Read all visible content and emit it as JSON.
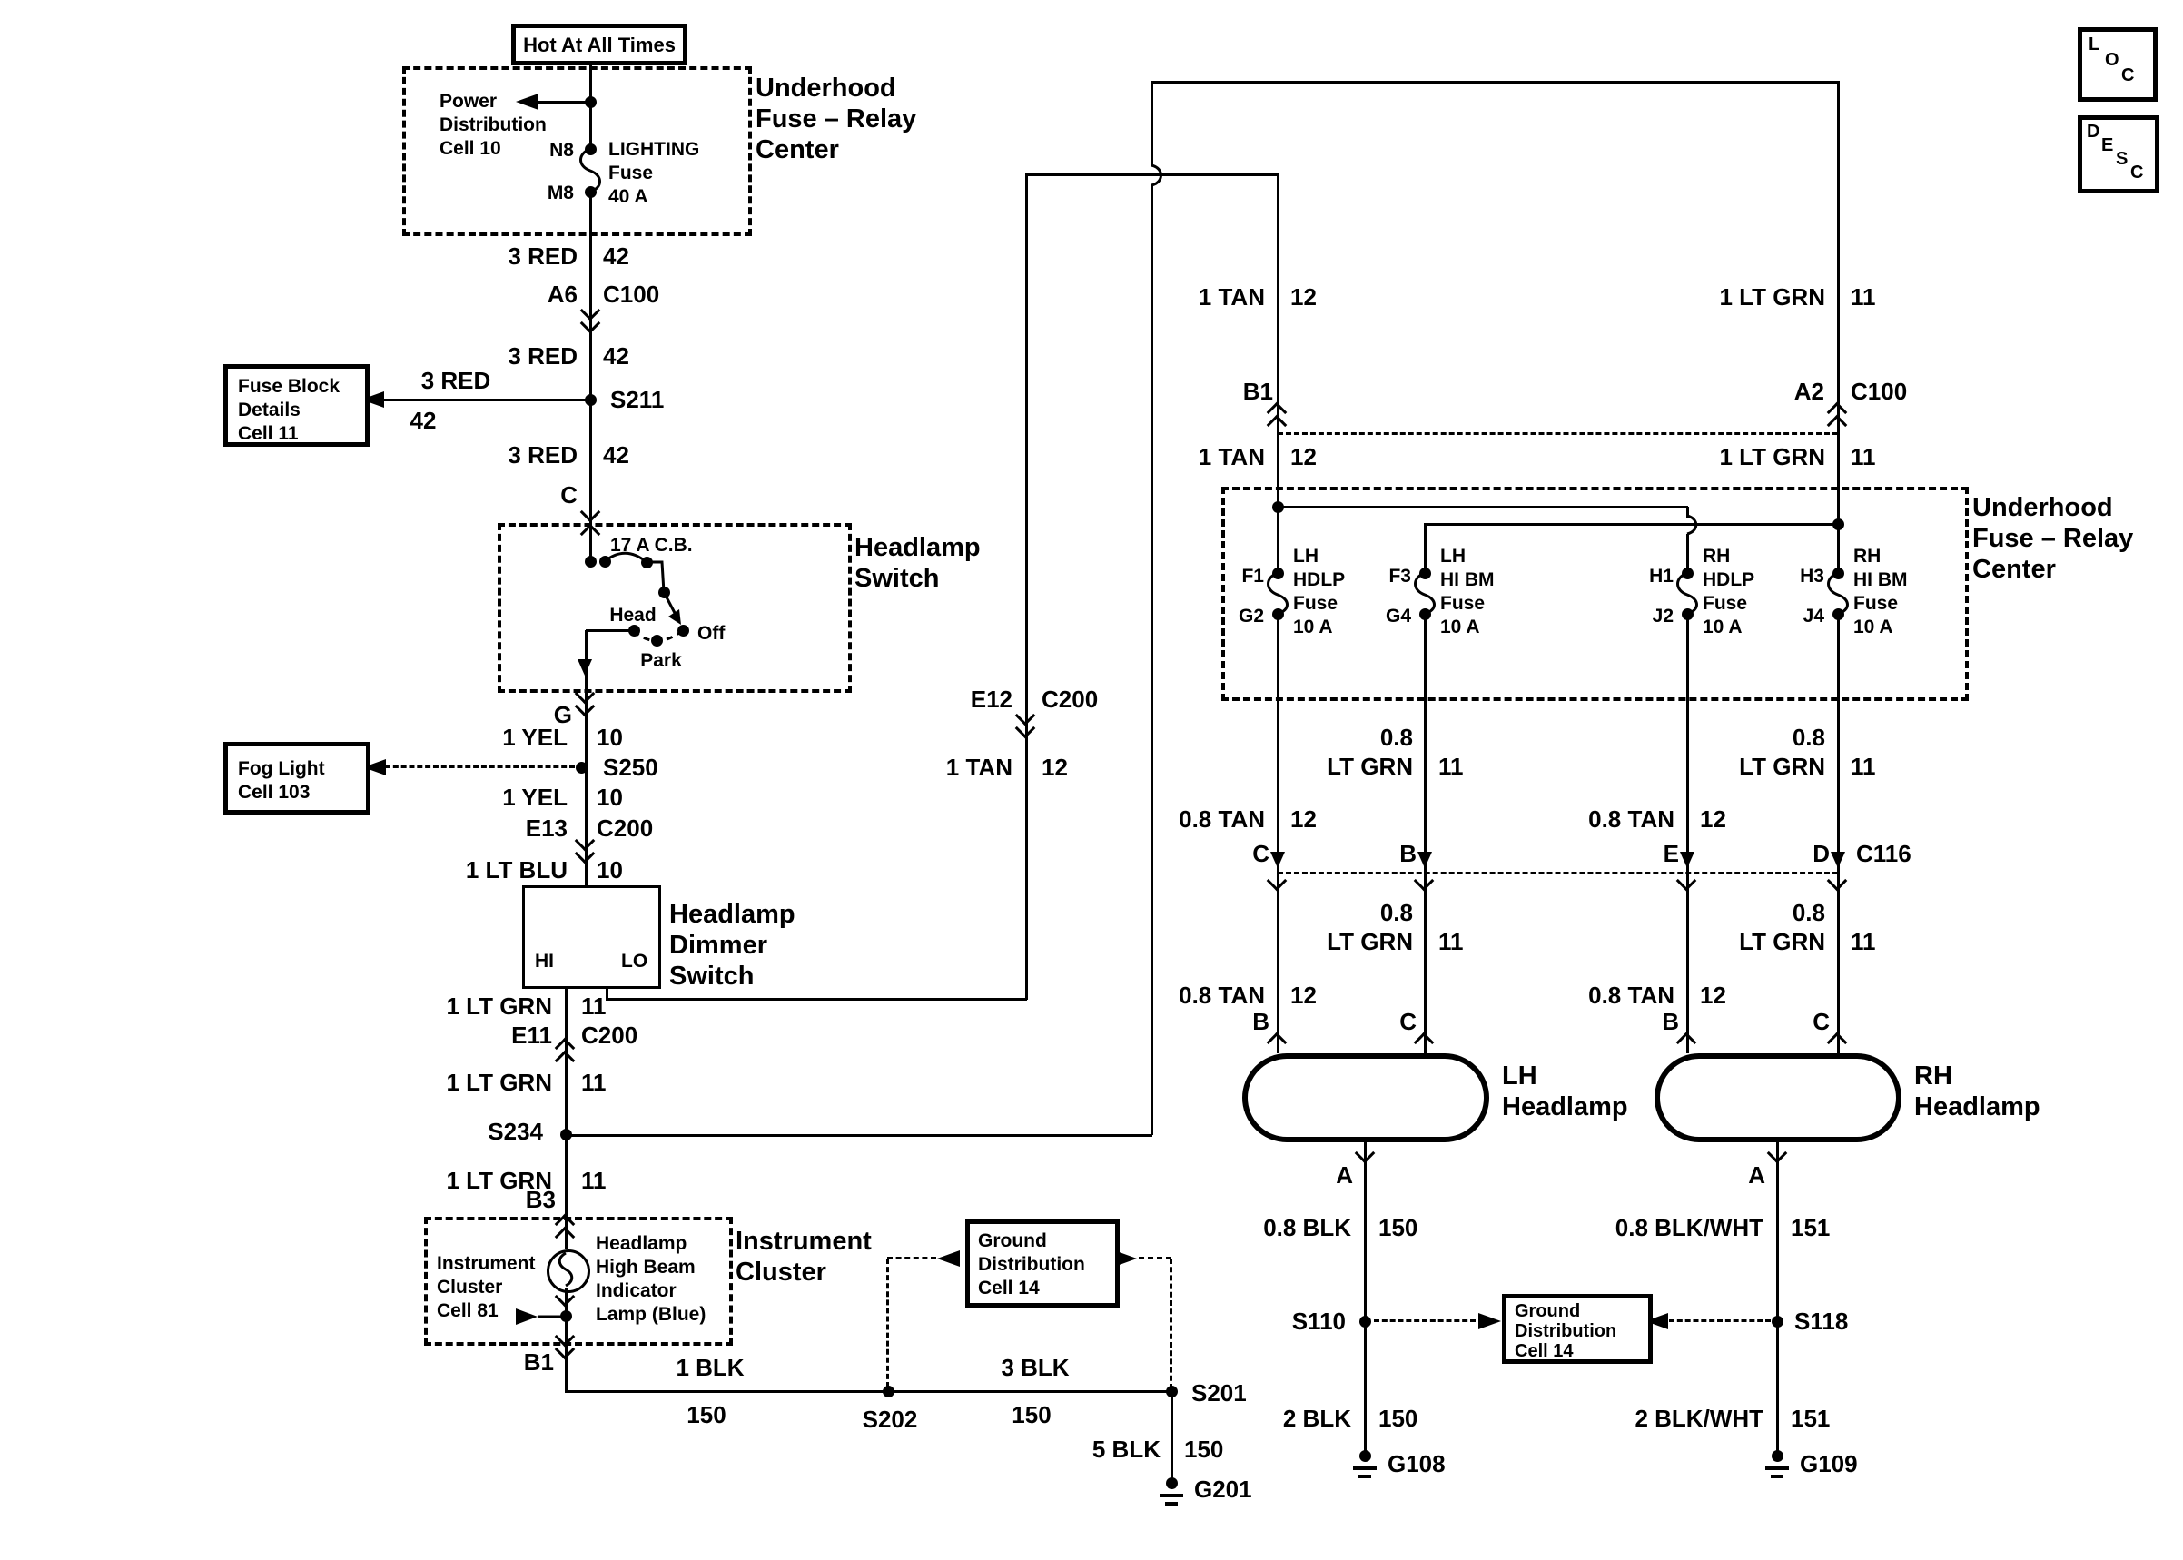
{
  "power_feed": {
    "hot": "Hot At All Times",
    "title": [
      "Underhood",
      "Fuse – Relay",
      "Center"
    ],
    "ref": [
      "Power",
      "Distribution",
      "Cell 10"
    ],
    "pin_top": "N8",
    "pin_bottom": "M8",
    "fuse": [
      "LIGHTING",
      "Fuse",
      "40 A"
    ]
  },
  "red": {
    "gauge": "3 RED",
    "circuit": "42",
    "pin": "A6",
    "conn": "C100",
    "splice": "S211",
    "ref": [
      "Fuse Block",
      "Details",
      "Cell 11"
    ],
    "pin_c": "C"
  },
  "hl_switch": {
    "title": [
      "Headlamp",
      "Switch"
    ],
    "breaker": "17 A C.B.",
    "head": "Head",
    "off": "Off",
    "park": "Park",
    "pin_g": "G"
  },
  "yel": {
    "gauge": "1 YEL",
    "circuit": "10",
    "splice": "S250",
    "ref": [
      "Fog Light",
      "Cell 103"
    ],
    "pin": "E13",
    "conn": "C200"
  },
  "blu": {
    "gauge": "1 LT BLU",
    "circuit": "10"
  },
  "dimmer": {
    "title": [
      "Headlamp",
      "Dimmer",
      "Switch"
    ],
    "hi": "HI",
    "lo": "LO"
  },
  "grn": {
    "gauge": "1 LT GRN",
    "circuit": "11",
    "pin": "E11",
    "conn": "C200",
    "splice": "S234",
    "pin_b3": "B3"
  },
  "cluster": {
    "title": [
      "Instrument",
      "Cluster"
    ],
    "ref": [
      "Instrument",
      "Cluster",
      "Cell 81"
    ],
    "lamp": [
      "Headlamp",
      "High Beam",
      "Indicator",
      "Lamp (Blue)"
    ],
    "pin_b1": "B1"
  },
  "gnd_left": {
    "w1": "1 BLK",
    "w3": "3 BLK",
    "w5": "5 BLK",
    "circuit": "150",
    "s202": "S202",
    "s201": "S201",
    "g201": "G201",
    "ref": [
      "Ground",
      "Distribution",
      "Cell 14"
    ]
  },
  "tan": {
    "gauge": "1 TAN",
    "g08": "0.8 TAN",
    "circuit": "12",
    "pin_e12": "E12",
    "conn_c200": "C200",
    "pin_b1": "B1"
  },
  "grn_r": {
    "gauge": "1 LT GRN",
    "g08": "0.8",
    "g08name": "LT GRN",
    "circuit": "11",
    "pin_a2": "A2",
    "conn": "C100"
  },
  "ufrc": {
    "title": [
      "Underhood",
      "Fuse – Relay",
      "Center"
    ],
    "fuses": [
      {
        "t": "F1",
        "b": "G2",
        "lines": [
          "LH",
          "HDLP",
          "Fuse",
          "10 A"
        ]
      },
      {
        "t": "F3",
        "b": "G4",
        "lines": [
          "LH",
          "HI BM",
          "Fuse",
          "10 A"
        ]
      },
      {
        "t": "H1",
        "b": "J2",
        "lines": [
          "RH",
          "HDLP",
          "Fuse",
          "10 A"
        ]
      },
      {
        "t": "H3",
        "b": "J4",
        "lines": [
          "RH",
          "HI BM",
          "Fuse",
          "10 A"
        ]
      }
    ]
  },
  "c116": {
    "pins": [
      "C",
      "B",
      "E",
      "D"
    ],
    "name": "C116"
  },
  "lamps": {
    "lh": [
      "LH",
      "Headlamp"
    ],
    "rh": [
      "RH",
      "Headlamp"
    ],
    "b": "B",
    "c": "C",
    "a": "A"
  },
  "gnd_right": {
    "lh_w1": "0.8 BLK",
    "lh_w2": "2 BLK",
    "lh_c": "150",
    "rh_w1": "0.8 BLK/WHT",
    "rh_w2": "2 BLK/WHT",
    "rh_c": "151",
    "s110": "S110",
    "s118": "S118",
    "g108": "G108",
    "g109": "G109",
    "ref": [
      "Ground",
      "Distribution",
      "Cell 14"
    ]
  },
  "corner": {
    "loc": [
      "L",
      "O",
      "C"
    ],
    "desc": [
      "D",
      "E",
      "S",
      "C"
    ]
  }
}
